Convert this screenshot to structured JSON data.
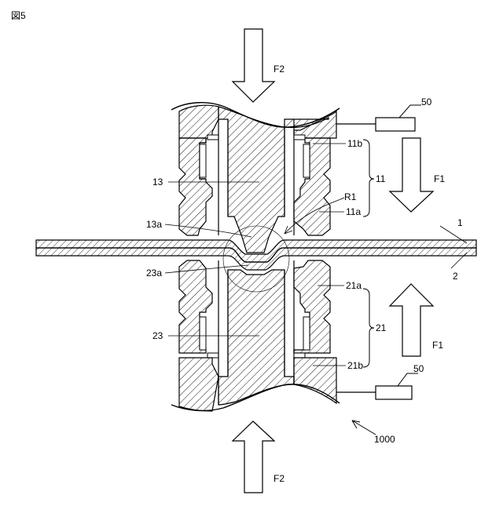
{
  "figure": {
    "label": "図5"
  },
  "labels": {
    "force_top": "F2",
    "force_bottom": "F2",
    "force_upper_right": "F1",
    "force_lower_right": "F1",
    "controller_upper": "50",
    "controller_lower": "50",
    "upper_outer_punch": "11b",
    "upper_group": "11",
    "upper_inner_punch": "11a",
    "upper_center_punch": "13",
    "radius": "R1",
    "upper_tip": "13a",
    "sheet_top": "1",
    "sheet_bottom": "2",
    "lower_tip": "23a",
    "lower_inner_punch": "21a",
    "lower_group": "21",
    "lower_center_punch": "23",
    "lower_outer_punch": "21b",
    "apparatus": "1000"
  }
}
